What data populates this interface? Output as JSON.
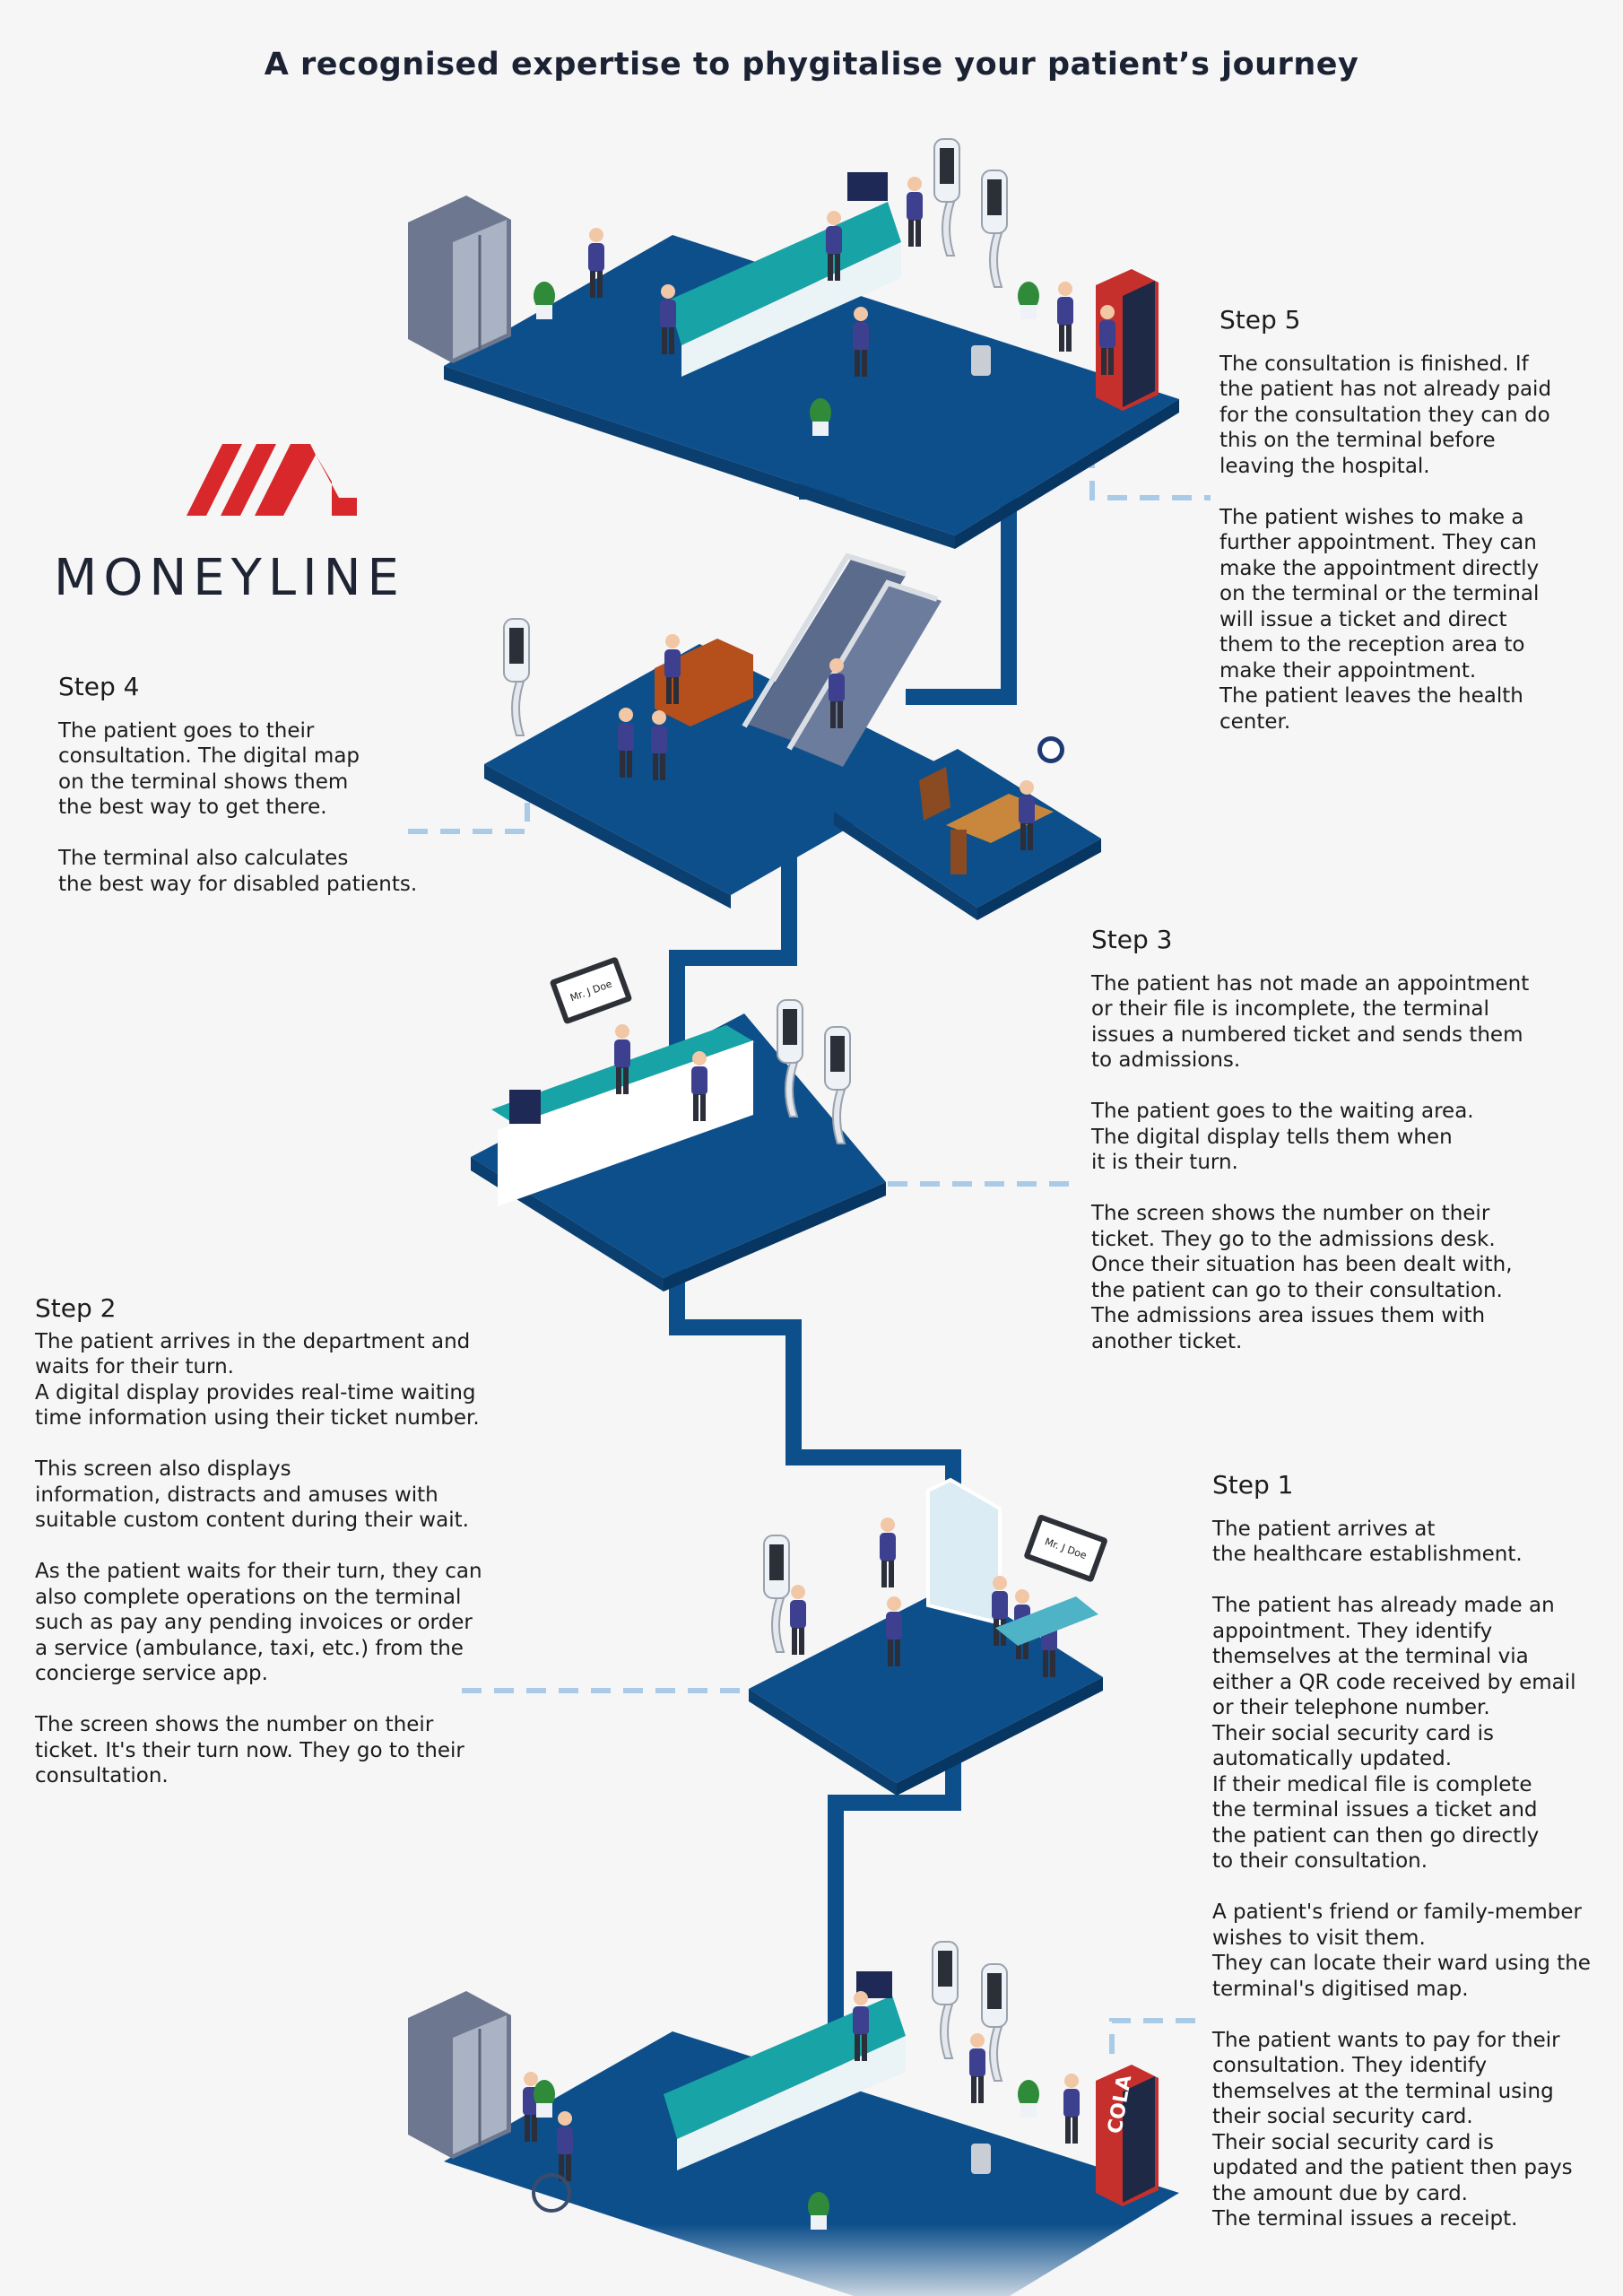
{
  "title": "A recognised expertise to phygitalise your patient’s journey",
  "brand": {
    "name": "MONEYLINE",
    "logo_color": "#d8282b",
    "word_color": "#1e2433"
  },
  "colors": {
    "floor": "#0d4f8b",
    "floor_top": "#1463a8",
    "path": "#0d4f8b",
    "connector": "#a9cbe8"
  },
  "signs": {
    "display_name": "Mr. J Doe",
    "vending": "COLA"
  },
  "steps": [
    {
      "id": "step5",
      "heading": "Step 5",
      "paragraphs": [
        "The consultation is finished. If\nthe patient has not already paid\nfor the consultation they can do\nthis on the terminal before\nleaving the hospital.",
        "The patient wishes to make a\nfurther appointment. They can\nmake the appointment directly\non the terminal or the terminal\nwill issue a ticket and direct\nthem to the reception area to\nmake their appointment.\nThe patient leaves the health\ncenter."
      ]
    },
    {
      "id": "step4",
      "heading": "Step 4",
      "paragraphs": [
        "The patient goes to their\nconsultation. The digital map\non the terminal shows them\nthe best way to get there.",
        "The terminal also calculates\nthe best way for disabled patients."
      ]
    },
    {
      "id": "step3",
      "heading": "Step 3",
      "paragraphs": [
        "The patient has not made an appointment\nor their file is incomplete, the terminal\nissues a numbered ticket and sends them\nto admissions.",
        "The patient goes to the waiting area.\nThe digital display tells them when\nit is their turn.",
        "The screen shows the number on their\nticket. They go to the admissions desk.\nOnce their situation has been dealt with,\nthe patient can go to their consultation.\nThe admissions area issues them with\nanother ticket."
      ]
    },
    {
      "id": "step2",
      "heading": "Step 2",
      "paragraphs": [
        "The patient arrives in the department and\nwaits for their turn.\nA digital display provides real-time waiting\ntime information using their ticket number.",
        "This screen also displays\ninformation, distracts and amuses with\nsuitable custom content during their wait.",
        "As the patient waits for their turn, they can\nalso complete operations on the terminal\nsuch as pay any pending invoices or order\na service (ambulance, taxi, etc.) from the\nconcierge service app.",
        "The screen shows the number on their\nticket. It's their turn now. They go to their\nconsultation."
      ]
    },
    {
      "id": "step1",
      "heading": "Step 1",
      "paragraphs": [
        "The patient arrives at\nthe healthcare establishment.",
        "The patient has already made an\nappointment. They identify\nthemselves at the terminal via\neither a QR code received by email\nor their telephone number.\nTheir social security card is\nautomatically updated.\nIf their medical file is complete\nthe terminal issues a ticket and\nthe patient can then go directly\nto their consultation.",
        "A patient's friend or family-member\nwishes to visit them.\nThey can locate their ward using the\nterminal's digitised map.",
        "The patient wants to pay for their\nconsultation. They identify\nthemselves at the terminal using\ntheir social security card.\nTheir social security card is\nupdated and the patient then pays\nthe amount due by card.\nThe terminal issues a receipt."
      ]
    }
  ]
}
